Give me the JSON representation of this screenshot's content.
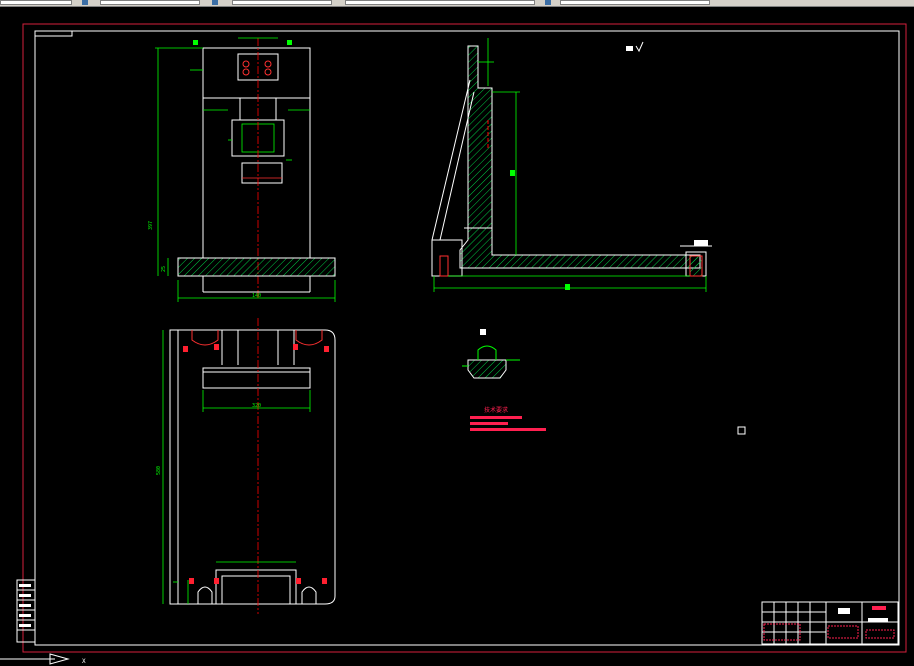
{
  "app": {
    "title": "CAD model space",
    "colors": {
      "background": "#000000",
      "frame": "#d4203c",
      "dimension": "#00ff00",
      "geometry": "#ffffff",
      "centerline": "#ff0000",
      "hatch": "#00cc44",
      "toolbar": "#d4d0c8"
    }
  },
  "front_view": {
    "dim_height": "397",
    "dim_base": "25",
    "dim_width": "140"
  },
  "top_view": {
    "dim_length": "580",
    "dim_slot": "320"
  },
  "technical_requirements": {
    "heading": "技术要求"
  },
  "ucs": {
    "x_label": "X"
  },
  "icons": [
    "roughness-symbol-icon",
    "ucs-icon",
    "cursor-square-icon"
  ]
}
